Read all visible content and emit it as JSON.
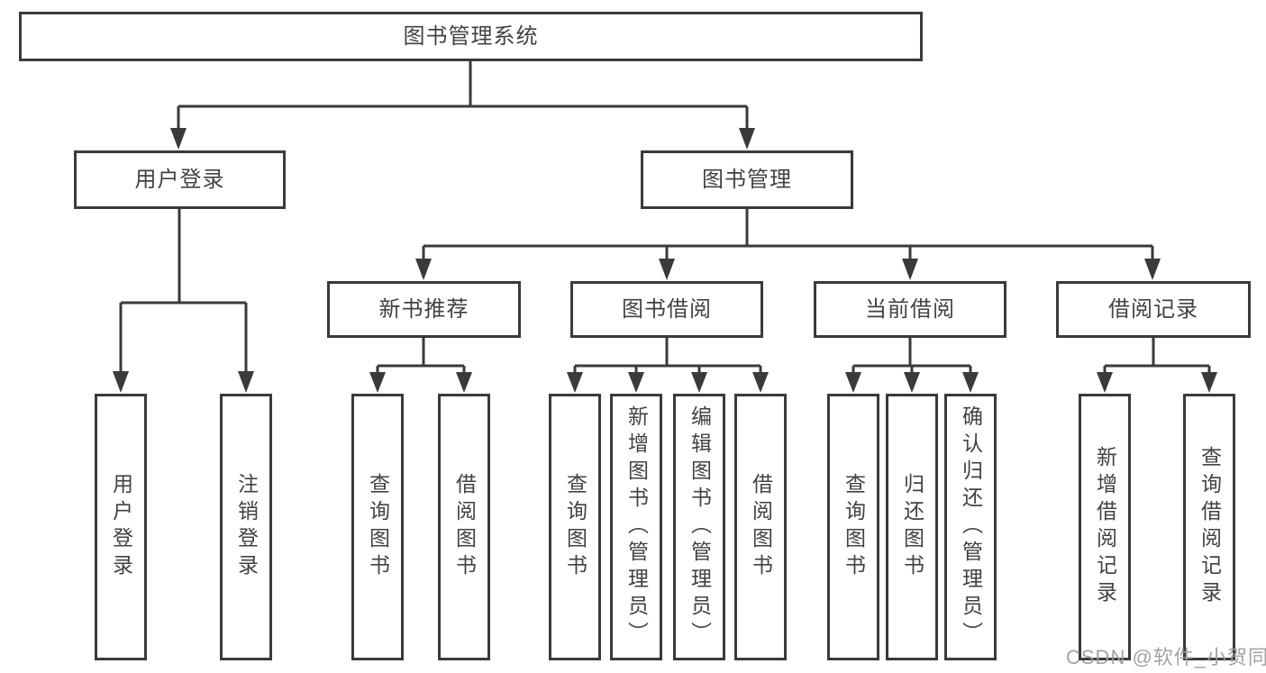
{
  "tree": {
    "root": {
      "label": "图书管理系统"
    },
    "branches": [
      {
        "label": "用户登录",
        "children": [
          {
            "label": "用户登录"
          },
          {
            "label": "注销登录"
          }
        ]
      },
      {
        "label": "图书管理",
        "children": [
          {
            "label": "新书推荐",
            "children": [
              {
                "label": "查询图书"
              },
              {
                "label": "借阅图书"
              }
            ]
          },
          {
            "label": "图书借阅",
            "children": [
              {
                "label": "查询图书"
              },
              {
                "label": "新增图书（管理员）"
              },
              {
                "label": "编辑图书（管理员）"
              },
              {
                "label": "借阅图书"
              }
            ]
          },
          {
            "label": "当前借阅",
            "children": [
              {
                "label": "查询图书"
              },
              {
                "label": "归还图书"
              },
              {
                "label": "确认归还（管理员）"
              }
            ]
          },
          {
            "label": "借阅记录",
            "children": [
              {
                "label": "新增借阅记录"
              },
              {
                "label": "查询借阅记录"
              }
            ]
          }
        ]
      }
    ]
  },
  "watermark": {
    "text": "CSDN @软件_小贺同学"
  },
  "colors": {
    "line": "#3a3a3a",
    "box_border": "#3a3a3a",
    "text": "#424242",
    "watermark": "#9e9e9e",
    "background": "#ffffff"
  }
}
